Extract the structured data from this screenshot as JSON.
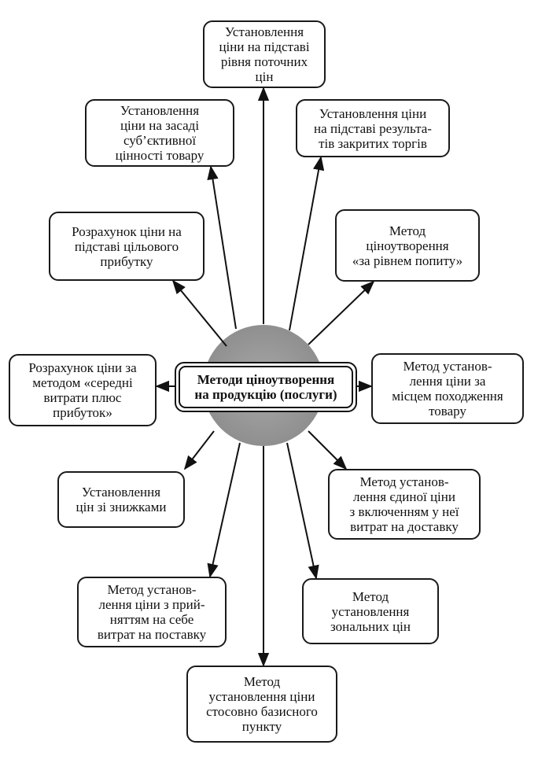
{
  "center": {
    "label": "Методи ціноутворення\nна продукцію (послуги)"
  },
  "methods": [
    {
      "id": "current-price-level",
      "label": "Установлення\nціни на підставі\nрівня поточних\nцін"
    },
    {
      "id": "subjective-value",
      "label": "Установлення\nціни на засаді\nсуб’єктивної\nцінності товару"
    },
    {
      "id": "closed-tenders",
      "label": "Установлення ціни\nна підставі результа-\nтів закритих торгів"
    },
    {
      "id": "target-profit",
      "label": "Розрахунок ціни на\nпідставі цільового\nприбутку"
    },
    {
      "id": "demand-level",
      "label": "Метод\nціноутворення\n«за рівнем попиту»"
    },
    {
      "id": "average-cost-plus-profit",
      "label": "Розрахунок ціни за\nметодом «середні\nвитрати плюс\nприбуток»"
    },
    {
      "id": "place-of-origin",
      "label": "Метод установ-\nлення ціни за\nмісцем походження\nтовару"
    },
    {
      "id": "discounts",
      "label": "Установлення\nцін зі знижками"
    },
    {
      "id": "uniform-delivered",
      "label": "Метод установ-\nлення єдиної ціни\nз включенням у неї\nвитрат на доставку"
    },
    {
      "id": "freight-absorption",
      "label": "Метод установ-\nлення ціни з прий-\nняттям на себе\nвитрат на поставку"
    },
    {
      "id": "zone-pricing",
      "label": "Метод\nустановлення\nзональних цін"
    },
    {
      "id": "basing-point",
      "label": "Метод\nустановлення ціни\nстосовно базисного\nпункту"
    }
  ]
}
